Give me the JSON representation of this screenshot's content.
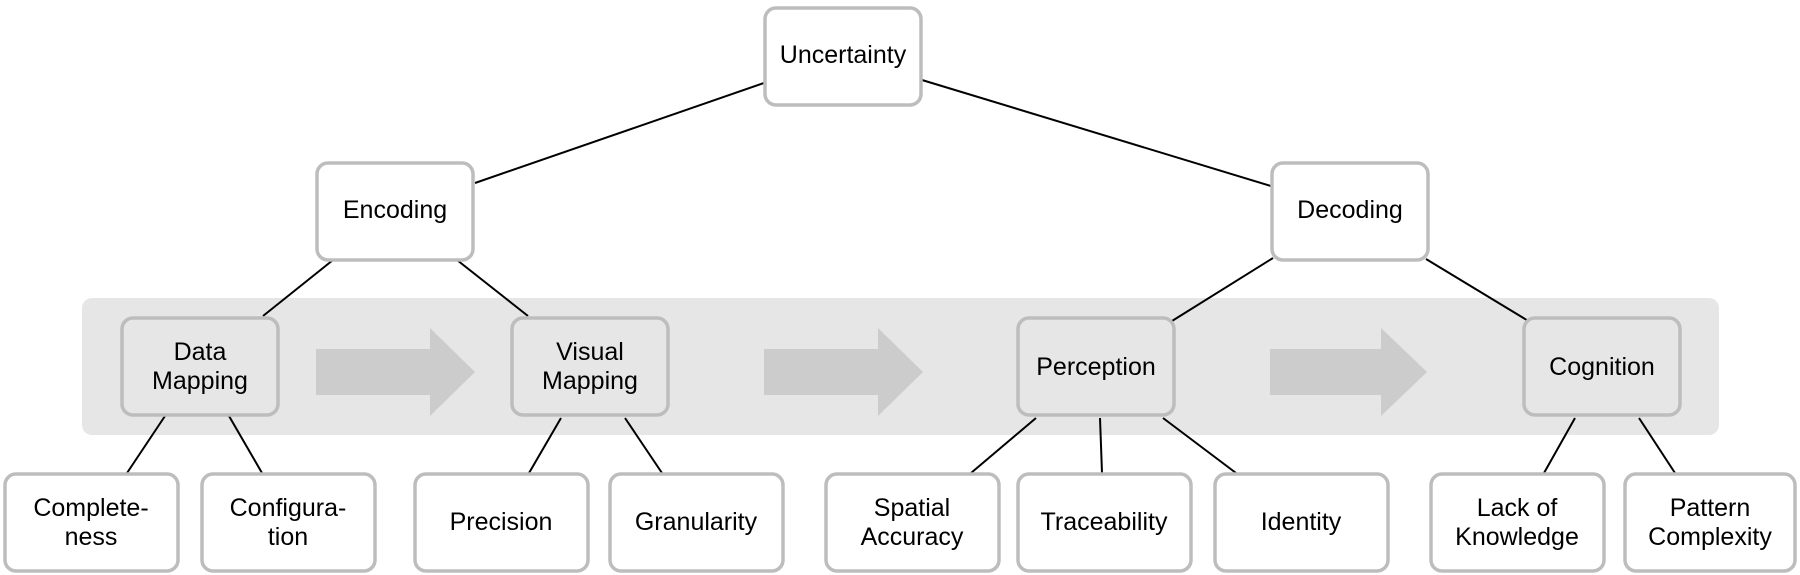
{
  "diagram": {
    "root": {
      "label": "Uncertainty"
    },
    "branches": [
      {
        "label": "Encoding"
      },
      {
        "label": "Decoding"
      }
    ],
    "stages": [
      {
        "label_lines": [
          "Data",
          "Mapping"
        ]
      },
      {
        "label_lines": [
          "Visual",
          "Mapping"
        ]
      },
      {
        "label_lines": [
          "Perception"
        ]
      },
      {
        "label_lines": [
          "Cognition"
        ]
      }
    ],
    "leaves": [
      {
        "label_lines": [
          "Complete-",
          "ness"
        ]
      },
      {
        "label_lines": [
          "Configura-",
          "tion"
        ]
      },
      {
        "label_lines": [
          "Precision"
        ]
      },
      {
        "label_lines": [
          "Granularity"
        ]
      },
      {
        "label_lines": [
          "Spatial",
          "Accuracy"
        ]
      },
      {
        "label_lines": [
          "Traceability"
        ]
      },
      {
        "label_lines": [
          "Identity"
        ]
      },
      {
        "label_lines": [
          "Lack of",
          "Knowledge"
        ]
      },
      {
        "label_lines": [
          "Pattern",
          "Complexity"
        ]
      }
    ],
    "colors": {
      "node_border": "#bdbdbd",
      "band": "#e6e6e6",
      "flow_arrow": "#cccccc",
      "edge": "#000000"
    }
  }
}
